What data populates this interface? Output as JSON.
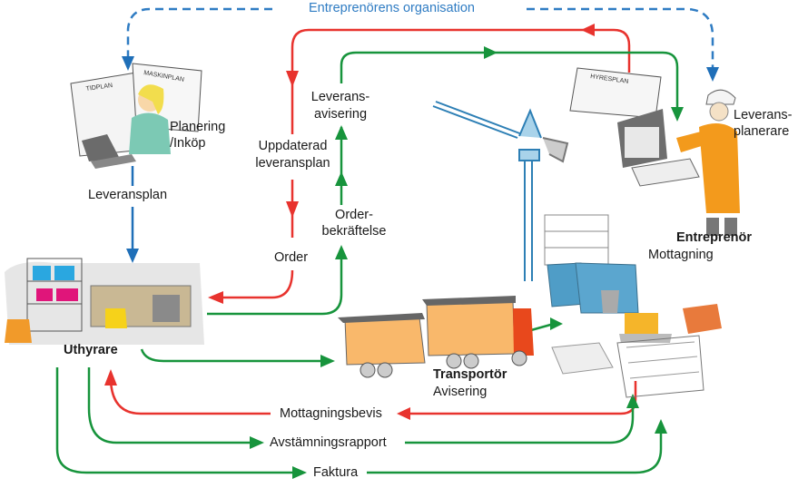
{
  "diagram": {
    "title": "Entreprenörens organisation",
    "colors": {
      "info_flow_dashed": "#2f7cc3",
      "internal_flow": "#1f6fb8",
      "return_flow": "#e8332e",
      "forward_flow": "#17943c",
      "text": "#1a1a1a"
    },
    "actors": {
      "planning": {
        "label": "Planering\n/Inköp",
        "line1": "Planering",
        "line2": "/Inköp",
        "docs": [
          "TIDPLAN",
          "MASKINPLAN"
        ]
      },
      "rental": {
        "label": "Uthyrare"
      },
      "transport": {
        "label": "Transportör",
        "sub": "Avisering"
      },
      "contractor": {
        "label": "Entreprenör",
        "sub": "Mottagning"
      },
      "delivery_planner": {
        "line1": "Leverans-",
        "line2": "planerare",
        "doc": "HYRESPLAN"
      }
    },
    "flows": {
      "leveransplan": "Leveransplan",
      "uppdaterad_1": "Uppdaterad",
      "uppdaterad_2": "leveransplan",
      "order": "Order",
      "leveransavisering_1": "Leverans-",
      "leveransavisering_2": "avisering",
      "orderbekraftelse_1": "Order-",
      "orderbekraftelse_2": "bekräftelse",
      "mottagningsbevis": "Mottagningsbevis",
      "avstamningsrapport": "Avstämningsrapport",
      "faktura": "Faktura"
    }
  }
}
